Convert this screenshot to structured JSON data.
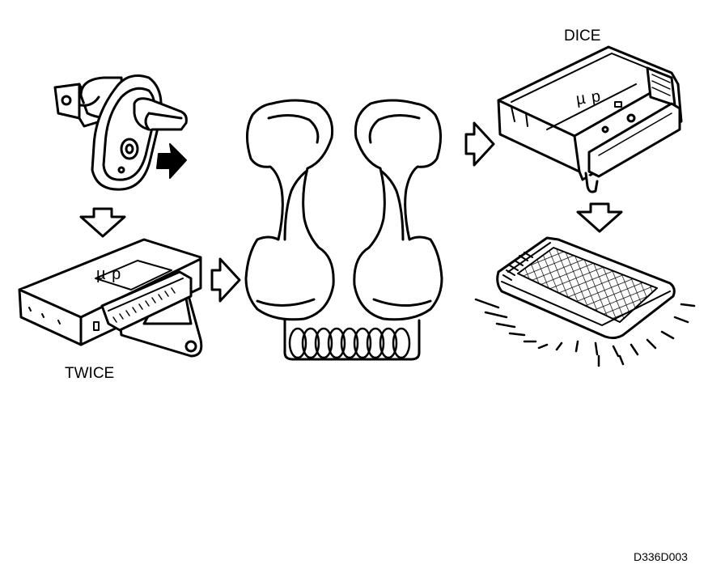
{
  "labels": {
    "twice": "TWICE",
    "dice": "DICE",
    "micro_left": "µ p",
    "micro_right": "µ p",
    "figure_code": "D336D003"
  },
  "colors": {
    "ink": "#000000",
    "paper": "#ffffff"
  },
  "icons": {
    "door_switch": "door-jamb-switch-icon",
    "twice_module": "twice-control-module-icon",
    "telephone_handsets": "telephone-handsets-icon",
    "dice_module": "dice-control-module-icon",
    "courtesy_lamp": "illuminated-interior-lamp-icon",
    "flow_arrow": "hollow-flow-arrow-icon",
    "motion_arrow": "solid-motion-arrow-icon"
  }
}
